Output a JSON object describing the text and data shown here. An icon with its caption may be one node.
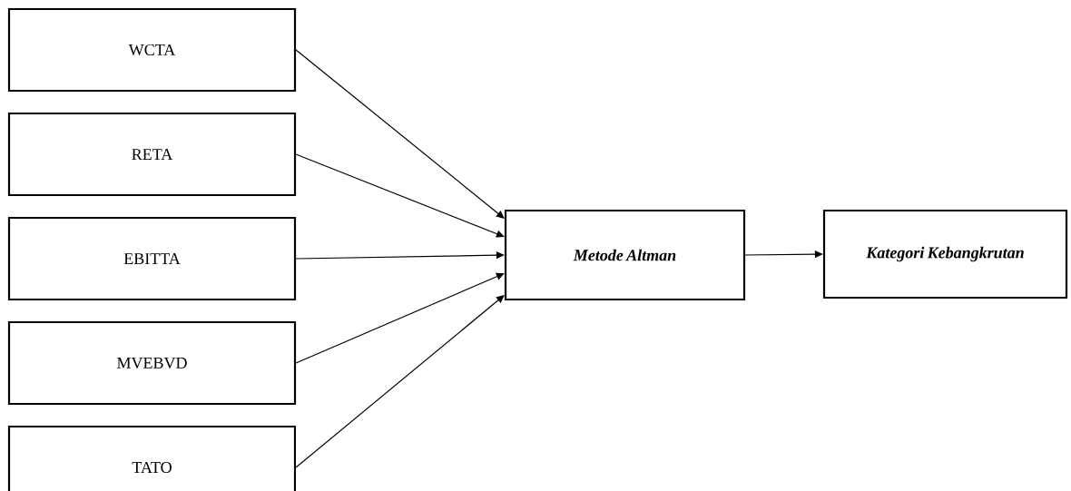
{
  "diagram": {
    "nodes": [
      {
        "text": [
          "WCTA"
        ]
      },
      {
        "text": [
          "RETA"
        ]
      },
      {
        "text": [
          "EBITTA"
        ]
      },
      {
        "text": [
          "MVEBVD"
        ]
      },
      {
        "text": [
          "TATO"
        ]
      },
      {
        "text": [
          "Metode Altman"
        ]
      },
      {
        "text": [
          "Kategori Kebangkrutan"
        ]
      }
    ],
    "edges": [
      {
        "from": 0,
        "to": 5,
        "arrow": "to"
      },
      {
        "from": 1,
        "to": 5,
        "arrow": "to"
      },
      {
        "from": 2,
        "to": 5,
        "arrow": "to"
      },
      {
        "from": 3,
        "to": 5,
        "arrow": "to"
      },
      {
        "from": 4,
        "to": 5,
        "arrow": "to"
      },
      {
        "from": 5,
        "to": 6,
        "arrow": "to"
      }
    ]
  }
}
